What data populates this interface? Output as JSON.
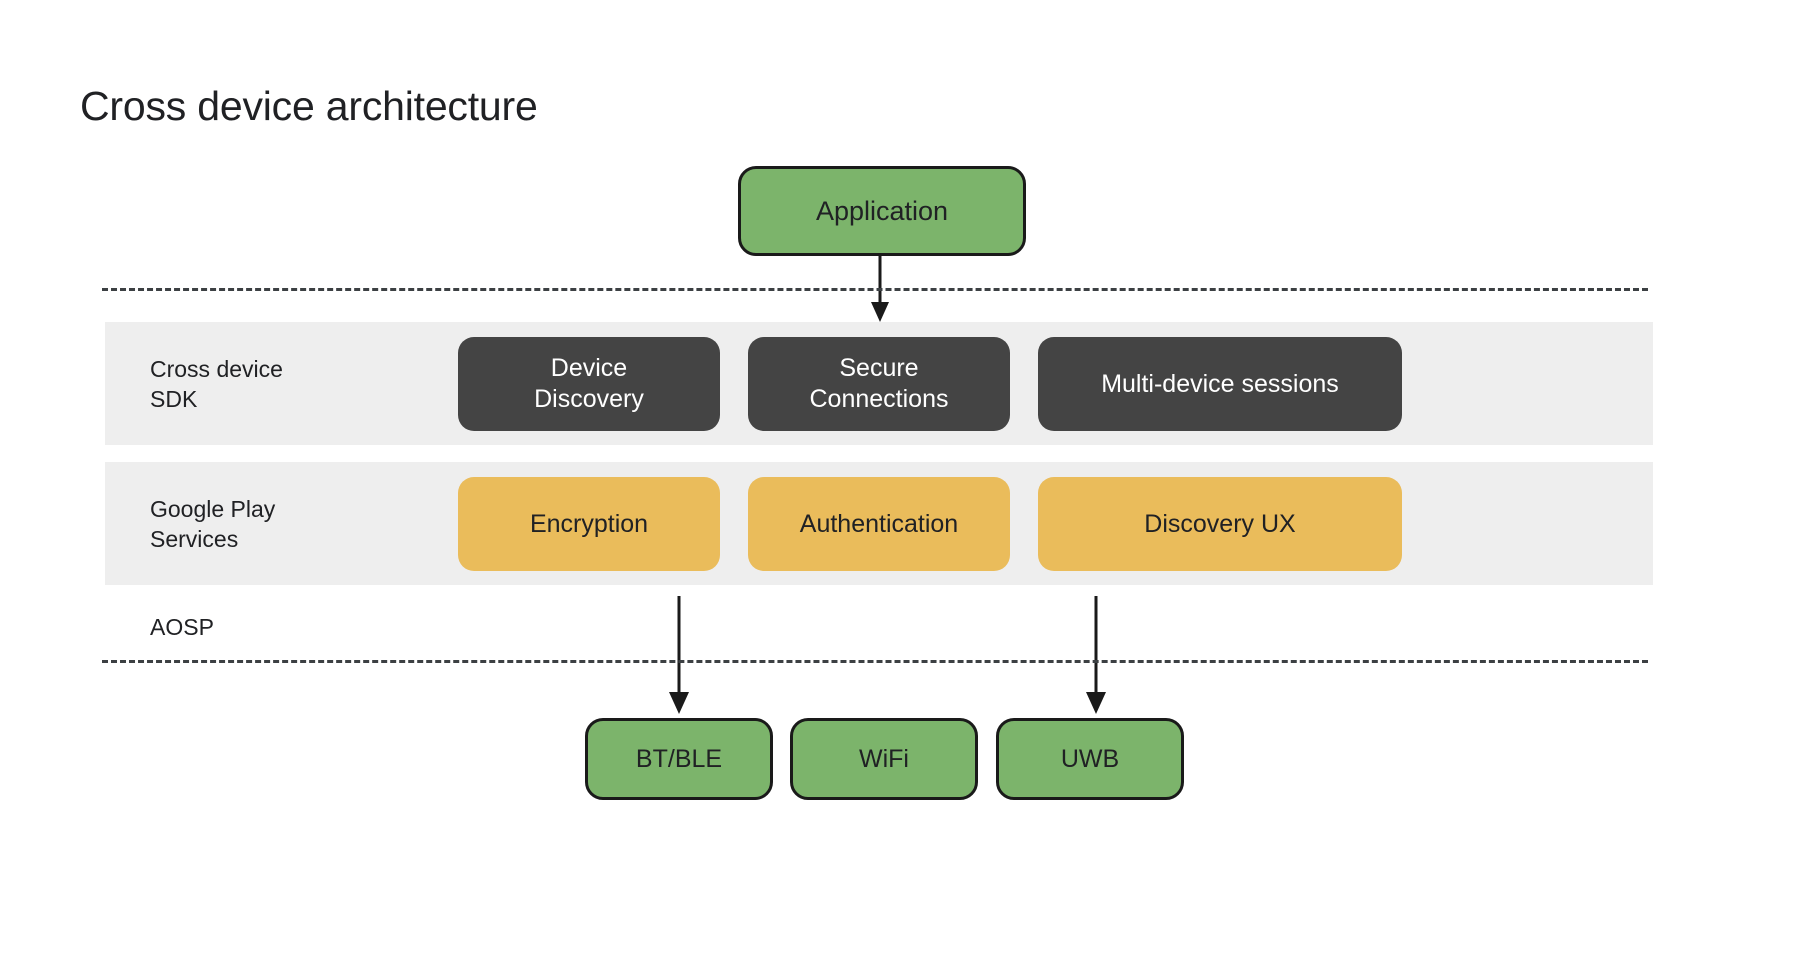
{
  "page": {
    "title": "Cross device architecture",
    "background_color": "#ffffff"
  },
  "colors": {
    "green": "#7cb46b",
    "amber": "#eabc5b",
    "dark": "#444444",
    "band_gray": "#eeeeee",
    "text_dark": "#202124",
    "stroke": "#1a1a1a"
  },
  "diagram": {
    "type": "layered-architecture",
    "top_node": {
      "label": "Application",
      "style": "green"
    },
    "layers": [
      {
        "id": "cross-device-sdk",
        "label": "Cross device\nSDK",
        "style": "band",
        "nodes": [
          {
            "id": "device-discovery",
            "label": "Device\nDiscovery",
            "style": "dark"
          },
          {
            "id": "secure-connections",
            "label": "Secure\nConnections",
            "style": "dark"
          },
          {
            "id": "multi-device",
            "label": "Multi-device sessions",
            "style": "dark"
          }
        ]
      },
      {
        "id": "google-play-services",
        "label": "Google Play\nServices",
        "style": "band",
        "nodes": [
          {
            "id": "encryption",
            "label": "Encryption",
            "style": "amber"
          },
          {
            "id": "authentication",
            "label": "Authentication",
            "style": "amber"
          },
          {
            "id": "discovery-ux",
            "label": "Discovery UX",
            "style": "amber"
          }
        ]
      },
      {
        "id": "aosp",
        "label": "AOSP",
        "style": "plain",
        "nodes": [
          {
            "id": "btble",
            "label": "BT/BLE",
            "style": "green"
          },
          {
            "id": "wifi",
            "label": "WiFi",
            "style": "green"
          },
          {
            "id": "uwb",
            "label": "UWB",
            "style": "green"
          }
        ]
      }
    ],
    "separators": [
      {
        "id": "dash-top",
        "style": "dashed"
      },
      {
        "id": "dash-bottom",
        "style": "dashed"
      }
    ],
    "connectors": [
      {
        "id": "app-to-sdk",
        "from": "Application",
        "to": "Cross device SDK",
        "style": "arrow-down"
      },
      {
        "id": "enc-to-bt",
        "from": "Encryption",
        "to": "BT/BLE",
        "style": "arrow-down"
      },
      {
        "id": "dux-to-uwb",
        "from": "Discovery UX",
        "to": "UWB",
        "style": "arrow-down"
      }
    ]
  }
}
